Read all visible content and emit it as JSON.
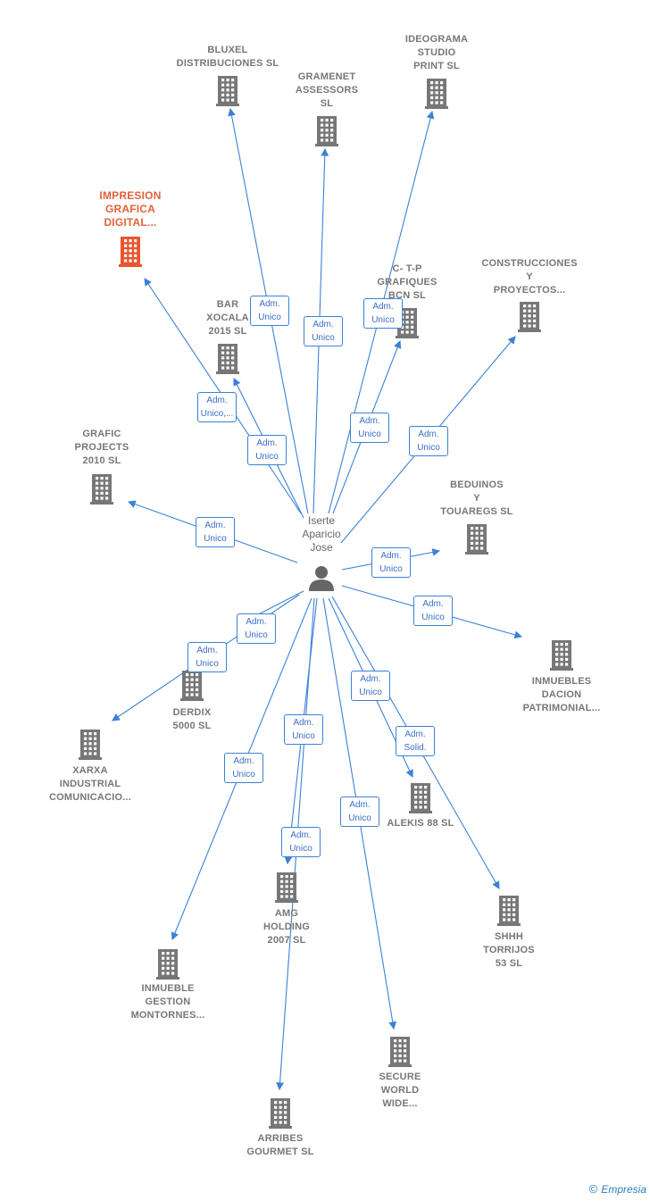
{
  "colors": {
    "edge": "#3b82d6",
    "building": "#777777",
    "highlight": "#e8552e",
    "person": "#666666"
  },
  "center": {
    "name": "Iserte\nAparicio\nJose",
    "icon": "person-icon"
  },
  "nodes": [
    {
      "id": "bluxel",
      "label": "BLUXEL\nDISTRIBUCIONES SL",
      "icon": "building-icon"
    },
    {
      "id": "gramenet",
      "label": "GRAMENET\nASSESSORS\nSL",
      "icon": "building-icon"
    },
    {
      "id": "ideograma",
      "label": "IDEOGRAMA\nSTUDIO\nPRINT SL",
      "icon": "building-icon"
    },
    {
      "id": "impresion",
      "label": "IMPRESION\nGRAFICA\nDIGITAL...",
      "icon": "building-icon",
      "highlight": true
    },
    {
      "id": "ctp",
      "label": "C- T-P\nGRAFIQUES\nBCN SL",
      "icon": "building-icon"
    },
    {
      "id": "construcciones",
      "label": "CONSTRUCCIONES\nY\nPROYECTOS...",
      "icon": "building-icon"
    },
    {
      "id": "bar",
      "label": "BAR\nXOCALA\n2015 SL",
      "icon": "building-icon"
    },
    {
      "id": "grafic",
      "label": "GRAFIC\nPROJECTS\n2010 SL",
      "icon": "building-icon"
    },
    {
      "id": "beduinos",
      "label": "BEDUINOS\nY\nTOUAREGS SL",
      "icon": "building-icon"
    },
    {
      "id": "inmuebles",
      "label": "INMUEBLES\nDACION\nPATRIMONIAL...",
      "icon": "building-icon"
    },
    {
      "id": "derdix",
      "label": "DERDIX\n5000 SL",
      "icon": "building-icon"
    },
    {
      "id": "xarxa",
      "label": "XARXA\nINDUSTRIAL\nCOMUNICACIO...",
      "icon": "building-icon"
    },
    {
      "id": "alekis",
      "label": "ALEKIS 88 SL",
      "icon": "building-icon"
    },
    {
      "id": "amg",
      "label": "AMG\nHOLDING\n2007 SL",
      "icon": "building-icon"
    },
    {
      "id": "shhh",
      "label": "SHHH\nTORRIJOS\n53 SL",
      "icon": "building-icon"
    },
    {
      "id": "inmueble",
      "label": "INMUEBLE\nGESTION\nMONTORNES...",
      "icon": "building-icon"
    },
    {
      "id": "secure",
      "label": "SECURE\nWORLD\nWIDE...",
      "icon": "building-icon"
    },
    {
      "id": "arribes",
      "label": "ARRIBES\nGOURMET SL",
      "icon": "building-icon"
    }
  ],
  "edges": [
    {
      "to": "bluxel",
      "label": "Adm.\nUnico"
    },
    {
      "to": "gramenet",
      "label": "Adm.\nUnico"
    },
    {
      "to": "ideograma",
      "label": "Adm.\nUnico"
    },
    {
      "to": "impresion",
      "label": "Adm.\nUnico,..."
    },
    {
      "to": "ctp",
      "label": "Adm.\nUnico"
    },
    {
      "to": "construcciones",
      "label": "Adm.\nUnico"
    },
    {
      "to": "bar",
      "label": "Adm.\nUnico"
    },
    {
      "to": "grafic",
      "label": "Adm.\nUnico"
    },
    {
      "to": "beduinos",
      "label": "Adm.\nUnico"
    },
    {
      "to": "inmuebles",
      "label": "Adm.\nUnico"
    },
    {
      "to": "derdix",
      "label": "Adm.\nUnico"
    },
    {
      "to": "xarxa",
      "label": "Adm.\nUnico"
    },
    {
      "to": "alekis",
      "label": "Adm.\nUnico"
    },
    {
      "to": "shhh",
      "label": "Adm.\nSolid."
    },
    {
      "to": "amg",
      "label": "Adm.\nUnico"
    },
    {
      "to": "inmueble",
      "label": "Adm.\nUnico"
    },
    {
      "to": "secure",
      "label": "Adm.\nUnico"
    },
    {
      "to": "arribes",
      "label": "Adm.\nUnico"
    }
  ],
  "footer": {
    "copyright": "©",
    "brand": "Empresia"
  }
}
